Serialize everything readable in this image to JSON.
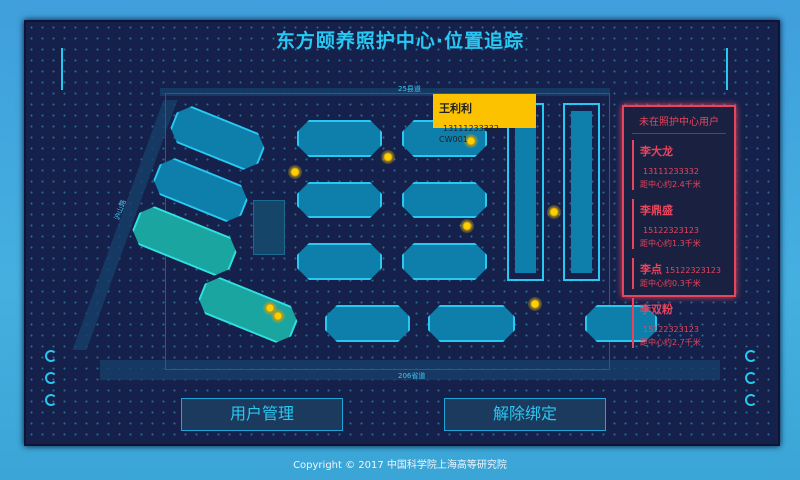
{
  "title": "东方颐养照护中心·位置追踪",
  "roads": {
    "top": "25县道",
    "bottom": "206省道",
    "left": "沪山路"
  },
  "tooltip": {
    "name": "王利利",
    "phone": "13111233332",
    "code": "CW001"
  },
  "panel": {
    "title": "未在照护中心用户",
    "users": [
      {
        "name": "李大龙",
        "phone": "13111233332",
        "distance": "距中心约2.4千米"
      },
      {
        "name": "李鼎盛",
        "phone": "15122323123",
        "distance": "距中心约1.3千米"
      },
      {
        "name": "李点",
        "phone": "15122323123",
        "distance": "距中心约0.3千米"
      },
      {
        "name": "李双粉",
        "phone": "15122323123",
        "distance": "距中心约2.7千米"
      }
    ]
  },
  "buttons": {
    "user_mgmt": "用户管理",
    "unbind": "解除绑定"
  },
  "footer": "Copyright © 2017 中国科学院上海高等研究院",
  "colors": {
    "accent": "#28c8f0",
    "alert": "#e8455c",
    "tooltip": "#fcc200"
  }
}
